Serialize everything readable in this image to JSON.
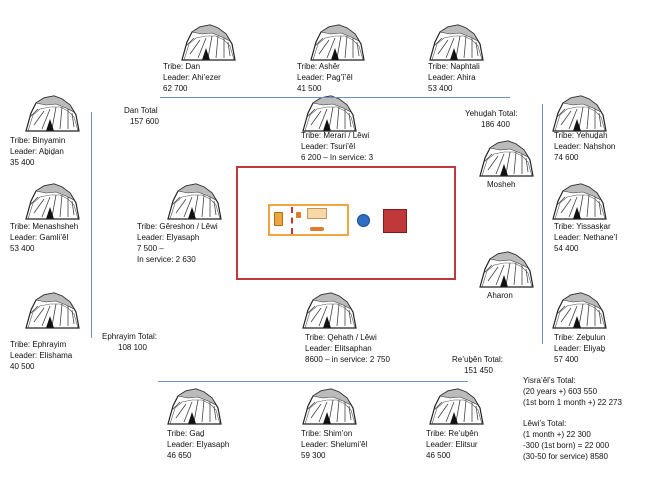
{
  "camps": {
    "dan": {
      "tribe": "Tribe: Dan",
      "leader": "Leader: Ahi’ezer",
      "count": "62 700"
    },
    "asher": {
      "tribe": "Tribe: Ashêr",
      "leader": "Leader: Pag’î’êl",
      "count": "41 500"
    },
    "naphtali": {
      "tribe": "Tribe: Naphtali",
      "leader": "Leader: Ahira",
      "count": "53 400"
    },
    "binyamin": {
      "tribe": "Tribe: Binyamin",
      "leader": "Leader: Aḇiḏan",
      "count": "35 400"
    },
    "menashsheh": {
      "tribe": "Tribe: Menashsheh",
      "leader": "Leader: Gamli’êl",
      "count": "53 400"
    },
    "ephrayim": {
      "tribe": "Tribe: Ephrayim",
      "leader": "Leader: Elishama",
      "count": "40 500"
    },
    "merari": {
      "tribe": "Tribe: Merari / Lêwi",
      "leader": "Leader: Tsuri’êl",
      "count": "6 200 – In service: 3"
    },
    "gereshon": {
      "tribe": "Tribe: Gêreshon / Lêwi",
      "leader": "Leader: Elyasaph",
      "count": "7 500 –",
      "extra": "In service: 2 630"
    },
    "qehath": {
      "tribe": "Tribe: Qehath / Lêwi",
      "leader": "Leader: Elitsaphan",
      "count": "8600 – in service: 2 750"
    },
    "yehudah": {
      "tribe": "Tribe: Yehuḏah",
      "leader": "Leader: Naḥshon",
      "count": "74 600"
    },
    "yissaskar": {
      "tribe": "Tribe: Yissasḵar",
      "leader": "Leader: Nethane’l",
      "count": "54 400"
    },
    "zebulun": {
      "tribe": "Tribe: Zeḇulun",
      "leader": "Leader: Eliyaḇ",
      "count": "57 400"
    },
    "gad": {
      "tribe": "Tribe: Gaḏ",
      "leader": "Leader: Elyasaph",
      "count": "46 650"
    },
    "shimon": {
      "tribe": "Tribe: Shim’on",
      "leader": "Leader: Shelumi’êl",
      "count": "59 300"
    },
    "reuben": {
      "tribe": "Tribe: Re’uḇên",
      "leader": "Leader: Elitsur",
      "count": "46 500"
    }
  },
  "moshe": "Mosheh",
  "aharon": "Aharon",
  "totals_groups": {
    "dan": {
      "label": "Dan Total",
      "value": "157 600"
    },
    "yehudah": {
      "label": "Yehuḏah Total:",
      "value": "186 400"
    },
    "ephrayim": {
      "label": "Ephrayim Total:",
      "value": "108 100"
    },
    "reuben": {
      "label": "Re’uḇên Total:",
      "value": "151 450"
    }
  },
  "summary": {
    "israel_title": "Yisra’êl’s  Total:",
    "israel_line1": "(20 years +) 603 550",
    "israel_line2": "(1st born 1 month +) 22 273",
    "levi_title": "Lêwi’s  Total:",
    "levi_line1": "(1 month +) 22 300",
    "levi_line2": "-300 (1st born) = 22 000",
    "levi_line3": "(30-50 for service) 8580"
  },
  "colors": {
    "camp_border": "#c0383a",
    "court_border": "#f0a640",
    "altar_fill": "#c0383a",
    "laver_fill": "#2e6fc4",
    "rule_line": "#6d8fc4"
  }
}
